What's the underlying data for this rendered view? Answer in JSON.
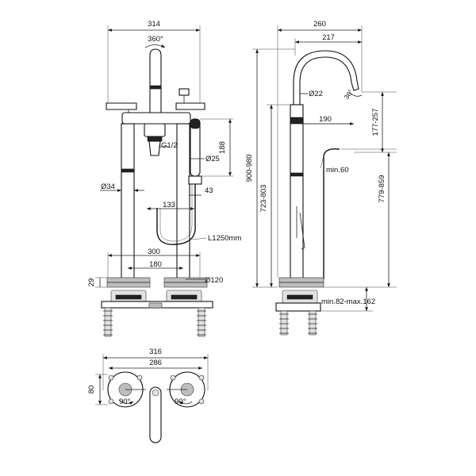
{
  "front_view": {
    "width_overall": "314",
    "rotation": "360°",
    "thread": "G1/2",
    "hand_shower_height": "188",
    "hand_shower_dia": "Ø25",
    "leg_dia": "Ø34",
    "hand_shower_offset": "43",
    "hose_spacing": "133",
    "hose_length": "L1250mm",
    "base_outer": "300",
    "base_inner": "180",
    "base_height": "29",
    "base_dia": "Ø120"
  },
  "side_view": {
    "depth_overall": "260",
    "spout_reach": "217",
    "spout_dia": "Ø22",
    "spout_angle": "36°",
    "spout_offset": "190",
    "spout_outlet_height": "177-257",
    "total_height": "900-980",
    "body_height": "723-803",
    "handle_height": "779-859",
    "min_gap": "min.60",
    "floor_range": "min.82-max.162"
  },
  "top_view": {
    "width_outer": "316",
    "width_inner": "286",
    "depth": "80",
    "handle_angle_left": "90°",
    "handle_angle_right": "90°"
  }
}
